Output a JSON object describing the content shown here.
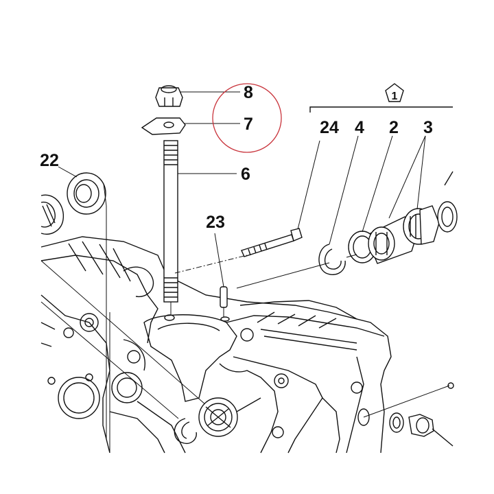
{
  "diagram": {
    "group_label": "1",
    "callouts": [
      {
        "id": "8",
        "text": "8"
      },
      {
        "id": "7",
        "text": "7"
      },
      {
        "id": "6",
        "text": "6"
      },
      {
        "id": "22",
        "text": "22"
      },
      {
        "id": "23",
        "text": "23"
      },
      {
        "id": "24",
        "text": "24"
      },
      {
        "id": "4",
        "text": "4"
      },
      {
        "id": "2",
        "text": "2"
      },
      {
        "id": "3",
        "text": "3"
      }
    ],
    "highlight_color": "#c8323a"
  }
}
